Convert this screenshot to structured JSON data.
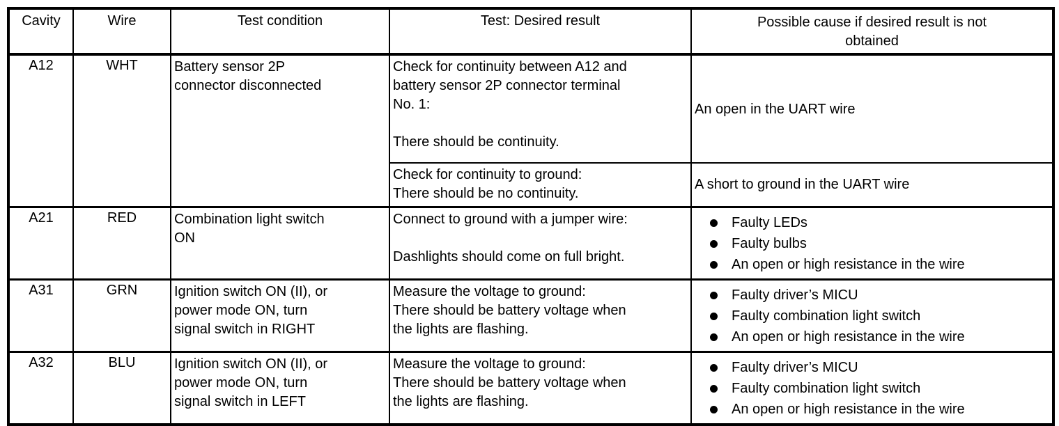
{
  "colors": {
    "background": "#ffffff",
    "border": "#000000",
    "text": "#000000"
  },
  "table": {
    "headers": {
      "cavity": "Cavity",
      "wire": "Wire",
      "condition": "Test condition",
      "result": "Test: Desired result",
      "cause_lines": [
        "Possible cause if desired result is not",
        "obtained"
      ]
    },
    "rows": [
      {
        "cavity": "A12",
        "wire": "WHT",
        "condition_lines": [
          "Battery sensor 2P",
          "connector disconnected"
        ],
        "tests": [
          {
            "result_lines": [
              "Check for continuity between A12 and",
              "battery sensor 2P connector terminal",
              "No. 1:",
              "",
              "There should be continuity."
            ],
            "cause": "An open in the UART wire"
          },
          {
            "result_lines": [
              "Check for continuity to ground:",
              "There should be no continuity."
            ],
            "cause": "A short to ground in the UART wire"
          }
        ]
      },
      {
        "cavity": "A21",
        "wire": "RED",
        "condition_lines": [
          "Combination light switch",
          "ON"
        ],
        "result_lines": [
          "Connect to ground with a jumper wire:",
          "",
          "Dashlights should come on full bright."
        ],
        "causes": [
          "Faulty LEDs",
          "Faulty bulbs",
          "An open or high resistance in the wire"
        ]
      },
      {
        "cavity": "A31",
        "wire": "GRN",
        "condition_lines": [
          "Ignition switch ON (II), or",
          "power mode ON, turn",
          "signal switch in RIGHT"
        ],
        "result_lines": [
          "Measure the voltage to ground:",
          "There should be battery voltage when",
          "the lights are flashing."
        ],
        "causes": [
          "Faulty driver’s MICU",
          "Faulty combination light switch",
          "An open or high resistance in the wire"
        ]
      },
      {
        "cavity": "A32",
        "wire": "BLU",
        "condition_lines": [
          "Ignition switch ON (II), or",
          "power mode ON, turn",
          "signal switch in LEFT"
        ],
        "result_lines": [
          "Measure the voltage to ground:",
          "There should be battery voltage when",
          "the lights are flashing."
        ],
        "causes": [
          "Faulty driver’s MICU",
          "Faulty combination light switch",
          "An open or high resistance in the wire"
        ]
      }
    ]
  }
}
